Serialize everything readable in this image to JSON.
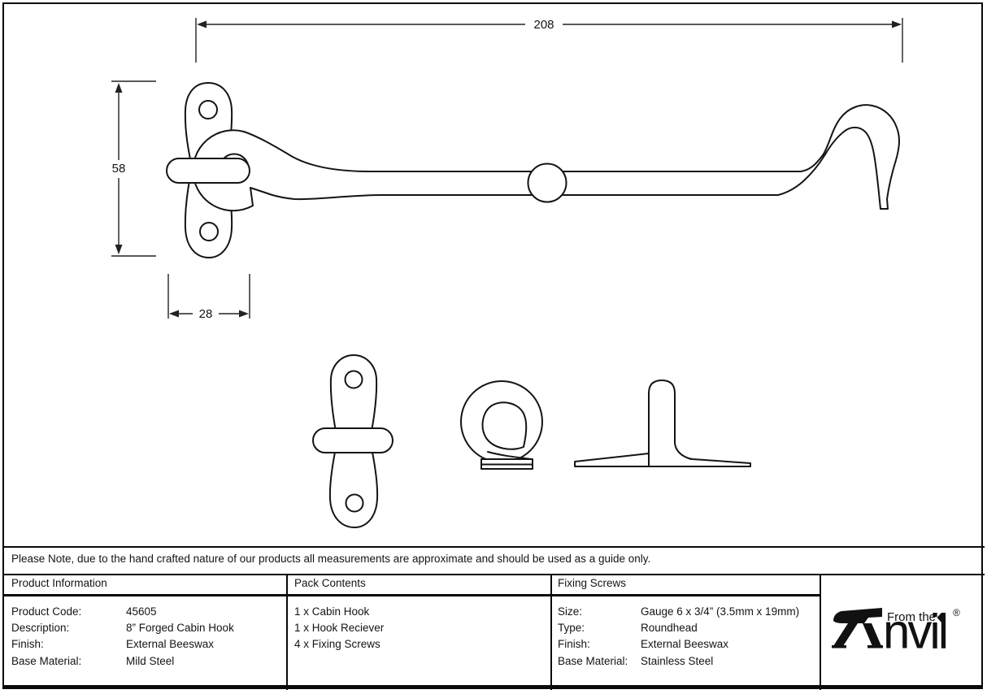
{
  "page": {
    "note": "Please Note, due to the hand crafted nature of our products all measurements are approximate and should be used as a guide only."
  },
  "drawing": {
    "dim_length": "208",
    "dim_height": "58",
    "dim_width": "28"
  },
  "product_info": {
    "header": "Product Information",
    "rows": [
      {
        "label": "Product Code:",
        "value": "45605"
      },
      {
        "label": "Description:",
        "value": "8” Forged Cabin Hook"
      },
      {
        "label": "Finish:",
        "value": "External Beeswax"
      },
      {
        "label": "Base Material:",
        "value": "Mild Steel"
      }
    ]
  },
  "pack_contents": {
    "header": "Pack Contents",
    "items": [
      "1 x Cabin Hook",
      "1 x Hook Reciever",
      "4 x Fixing Screws"
    ]
  },
  "fixing_screws": {
    "header": "Fixing Screws",
    "rows": [
      {
        "label": "Size:",
        "value": "Gauge 6 x 3/4” (3.5mm x 19mm)"
      },
      {
        "label": "Type:",
        "value": "Roundhead"
      },
      {
        "label": "Finish:",
        "value": "External Beeswax"
      },
      {
        "label": "Base Material:",
        "value": "Stainless Steel"
      }
    ]
  },
  "logo": {
    "tagline": "From the",
    "brand_suffix": "nvil",
    "registered": "®"
  }
}
